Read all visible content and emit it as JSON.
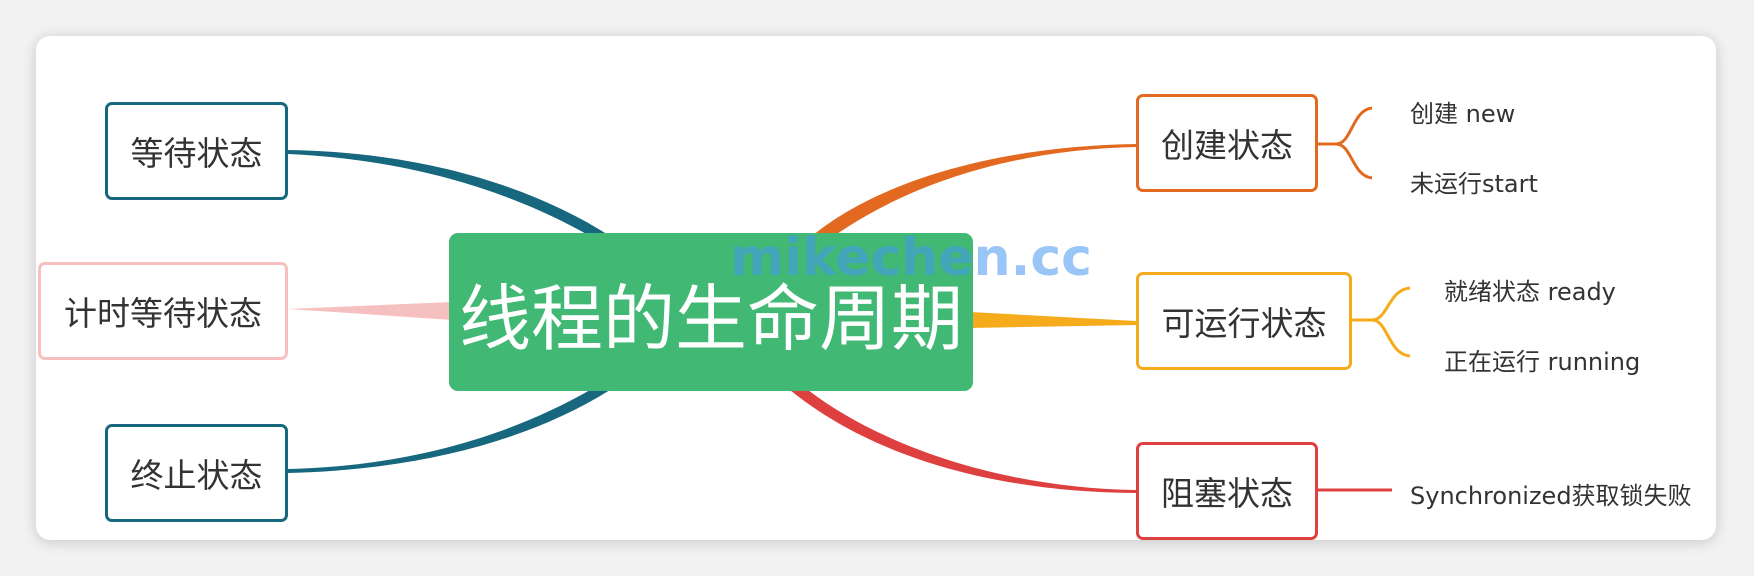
{
  "center": {
    "label": "线程的生命周期",
    "color": "#42b875"
  },
  "watermark": "mikechen.cc",
  "left_nodes": [
    {
      "id": "waiting",
      "label": "等待状态",
      "color": "#17677f"
    },
    {
      "id": "timed-waiting",
      "label": "计时等待状态",
      "color": "#f7c0c0"
    },
    {
      "id": "terminated",
      "label": "终止状态",
      "color": "#17677f"
    }
  ],
  "right_nodes": [
    {
      "id": "new",
      "label": "创建状态",
      "color": "#e2691f",
      "children": [
        "创建 new",
        "未运行start"
      ]
    },
    {
      "id": "runnable",
      "label": "可运行状态",
      "color": "#f5ab1b",
      "children": [
        "就绪状态 ready",
        "正在运行 running"
      ]
    },
    {
      "id": "blocked",
      "label": "阻塞状态",
      "color": "#de4040",
      "children": [
        "Synchronized获取锁失败"
      ]
    }
  ]
}
